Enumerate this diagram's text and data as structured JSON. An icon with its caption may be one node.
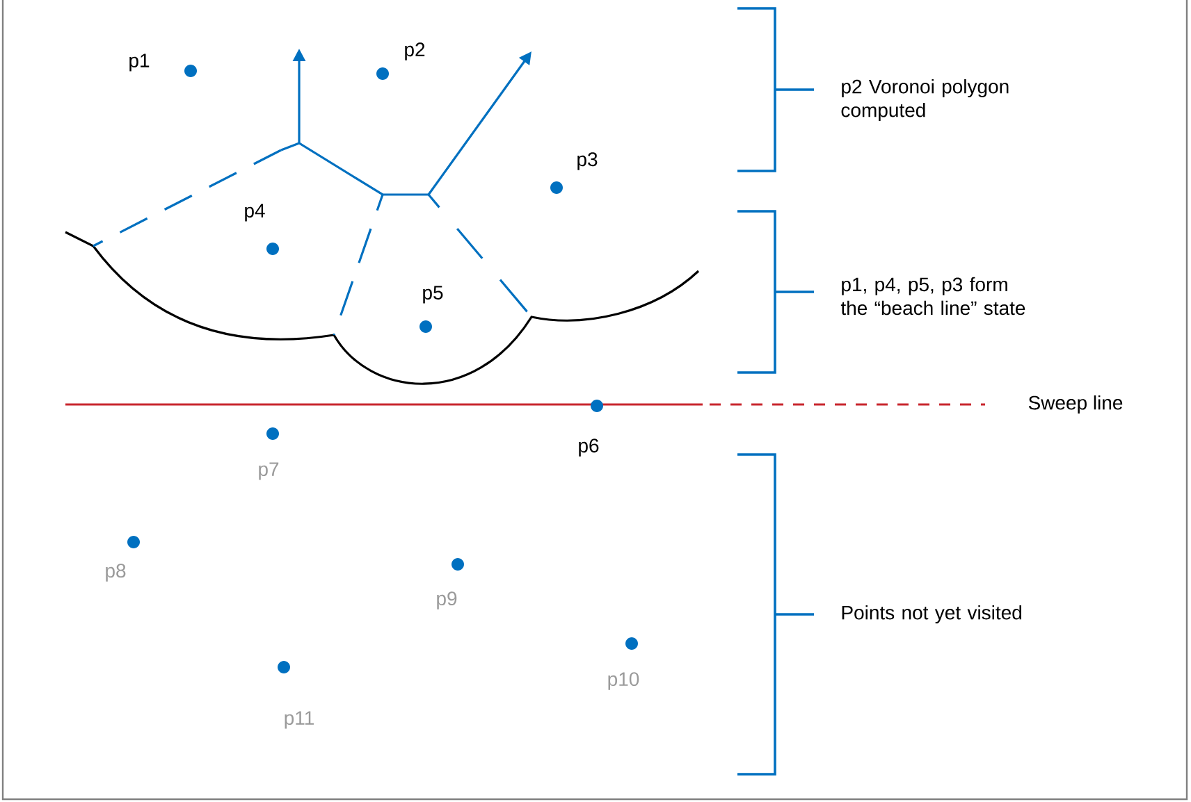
{
  "diagram": {
    "labels": [
      "p1",
      "p2",
      "p2 Voronoi polygon computed",
      "p3",
      "p4",
      "p1, p4, p5, p3 form the “beach line” state",
      "p5",
      "Sweep line",
      "p6",
      "p7",
      "p8",
      "p9",
      "Points not yet visited",
      "p10",
      "p11"
    ]
  }
}
